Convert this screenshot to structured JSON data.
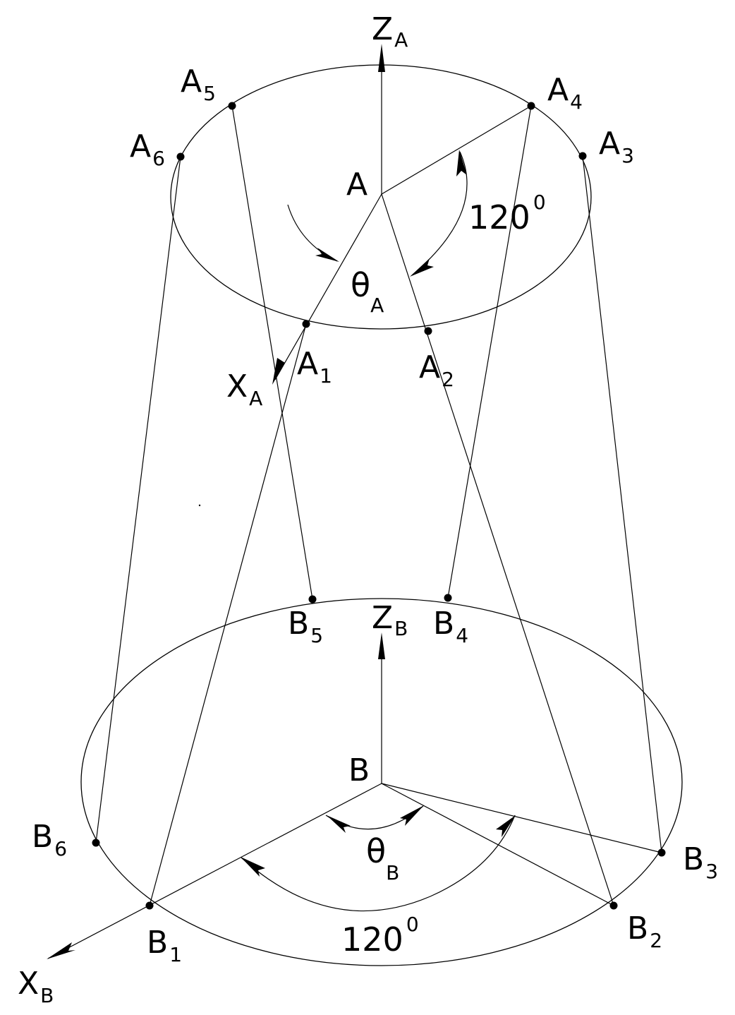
{
  "labels": {
    "za": "Z",
    "za_sub": "A",
    "a": "A",
    "a1": "A",
    "a1_sub": "1",
    "a2": "A",
    "a2_sub": "2",
    "a3": "A",
    "a3_sub": "3",
    "a4": "A",
    "a4_sub": "4",
    "a5": "A",
    "a5_sub": "5",
    "a6": "A",
    "a6_sub": "6",
    "xa": "X",
    "xa_sub": "A",
    "theta_a": "θ",
    "theta_a_sub": "A",
    "angle_a": "120",
    "angle_a_sup": "0",
    "zb": "Z",
    "zb_sub": "B",
    "b": "B",
    "b1": "B",
    "b1_sub": "1",
    "b2": "B",
    "b2_sub": "2",
    "b3": "B",
    "b3_sub": "3",
    "b4": "B",
    "b4_sub": "4",
    "b5": "B",
    "b5_sub": "5",
    "b6": "B",
    "b6_sub": "6",
    "xb": "X",
    "xb_sub": "B",
    "theta_b": "θ",
    "theta_b_sub": "B",
    "angle_b": "120",
    "angle_b_sup": "0"
  }
}
